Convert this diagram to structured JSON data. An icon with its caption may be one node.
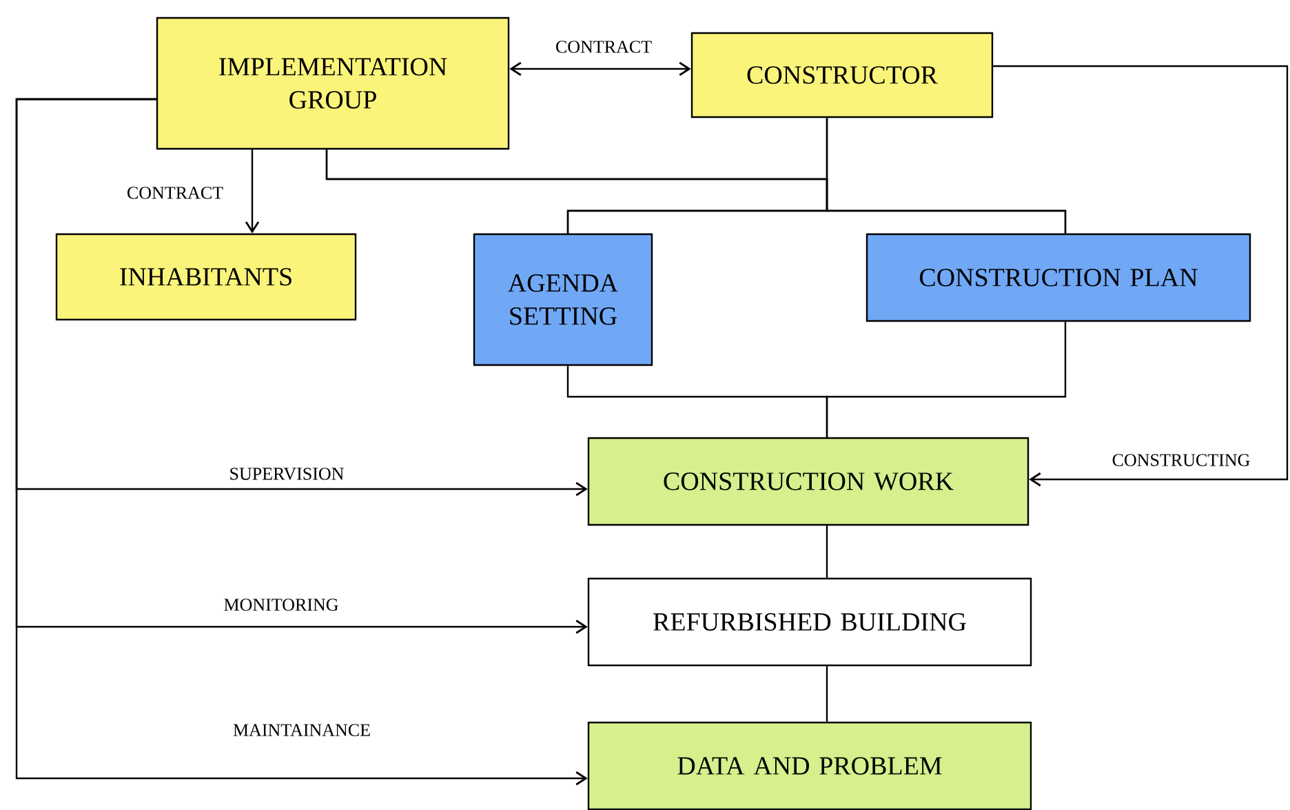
{
  "diagram": {
    "nodes": [
      {
        "text": [
          "IMPLEMENTATION GROUP"
        ]
      },
      {
        "text": [
          "CONSTRUCTOR"
        ]
      },
      {
        "text": [
          "INHABITANTS"
        ]
      },
      {
        "text": [
          "AGENDA SETTING"
        ]
      },
      {
        "text": [
          "CONSTRUCTION PLAN"
        ]
      },
      {
        "text": [
          "CONSTRUCTION WORK"
        ]
      },
      {
        "text": [
          "REFURBISHED BUILDING"
        ]
      },
      {
        "text": [
          "DATA AND PROBLEM"
        ]
      }
    ],
    "edges": [
      {
        "from": 0,
        "to": 1,
        "arrow": "both",
        "label": "CONTRACT"
      },
      {
        "from": 0,
        "to": 2,
        "arrow": "to",
        "label": "CONTRACT"
      },
      {
        "from": 0,
        "to": 3,
        "arrow": "none"
      },
      {
        "from": 0,
        "to": 4,
        "arrow": "none"
      },
      {
        "from": 1,
        "to": 3,
        "arrow": "none"
      },
      {
        "from": 1,
        "to": 4,
        "arrow": "none"
      },
      {
        "from": 3,
        "to": 5,
        "arrow": "none"
      },
      {
        "from": 4,
        "to": 5,
        "arrow": "none"
      },
      {
        "from": 5,
        "to": 6,
        "arrow": "none"
      },
      {
        "from": 6,
        "to": 7,
        "arrow": "none"
      },
      {
        "from": 0,
        "to": 5,
        "arrow": "to",
        "label": "SUPERVISION"
      },
      {
        "from": 0,
        "to": 6,
        "arrow": "to",
        "label": "MONITORING"
      },
      {
        "from": 0,
        "to": 7,
        "arrow": "to",
        "label": "MAINTAINANCE"
      },
      {
        "from": 1,
        "to": 5,
        "arrow": "to",
        "label": "CONSTRUCTING"
      }
    ]
  }
}
